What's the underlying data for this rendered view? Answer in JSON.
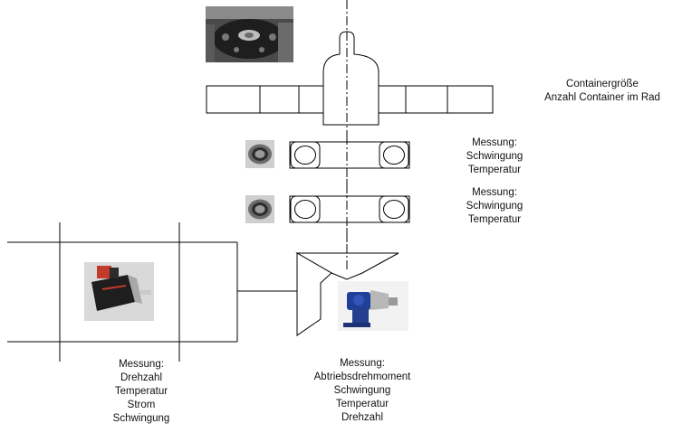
{
  "wheel_labels": {
    "line1": "Containergröße",
    "line2": "Anzahl Container im Rad"
  },
  "bearing_upper_labels": {
    "line1": "Messung:",
    "line2": "Schwingung",
    "line3": "Temperatur"
  },
  "bearing_lower_labels": {
    "line1": "Messung:",
    "line2": "Schwingung",
    "line3": "Temperatur"
  },
  "motor_labels": {
    "line1": "Messung:",
    "line2": "Drehzahl",
    "line3": "Temperatur",
    "line4": "Strom",
    "line5": "Schwingung"
  },
  "gearbox_labels": {
    "line1": "Messung:",
    "line2": "Abtriebsdrehmoment",
    "line3": "Schwingung",
    "line4": "Temperatur",
    "line5": "Drehzahl"
  },
  "photos": {
    "container_wheel": "container-wheel-photo",
    "bearing_upper": "ball-bearing-photo",
    "bearing_lower": "ball-bearing-photo",
    "servo_motor": "servo-motor-photo",
    "angle_gearbox": "angle-gearbox-photo"
  },
  "colors": {
    "line": "#000000",
    "gearbox_blue": "#1f3f9a",
    "motor_body": "#2a2a2a"
  }
}
